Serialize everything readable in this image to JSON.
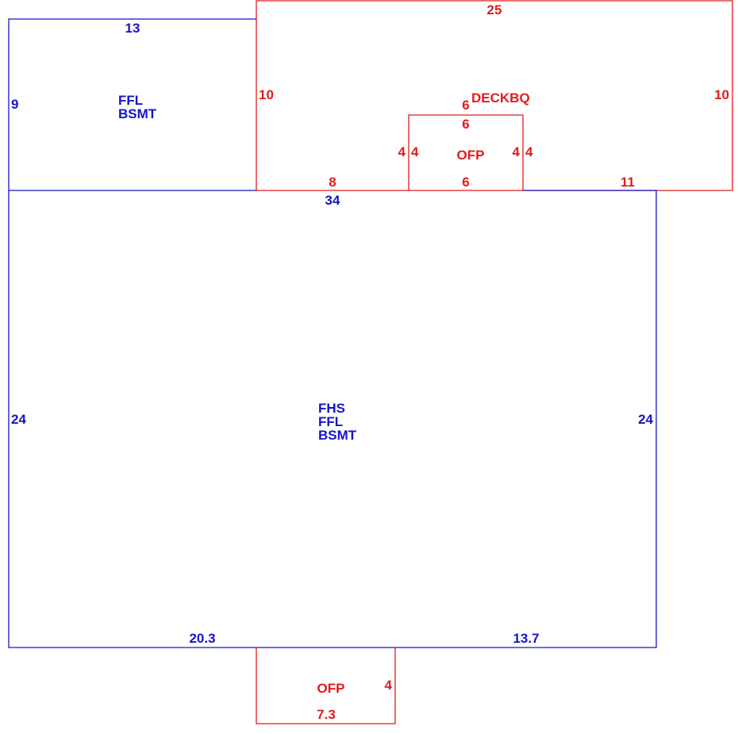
{
  "colors": {
    "dwelling": "#1515c8",
    "exterior": "#e11b1b",
    "background": "#ffffff"
  },
  "areas": {
    "main_house": {
      "codes": [
        "FHS",
        "FFL",
        "BSMT"
      ],
      "dims": {
        "top": "34",
        "left": "24",
        "right": "24",
        "bottom_left": "20.3",
        "bottom_right": "13.7"
      }
    },
    "addition": {
      "codes": [
        "FFL",
        "BSMT"
      ],
      "dims": {
        "top": "13",
        "left": "9"
      }
    },
    "deck": {
      "code": "DECKBQ",
      "dims": {
        "top": "25",
        "left": "10",
        "right": "10",
        "bottom_left": "8",
        "bottom_right": "11",
        "notch_top": "6",
        "notch_left": "4",
        "notch_right": "4"
      }
    },
    "rear_porch": {
      "code": "OFP",
      "dims": {
        "top": "6",
        "bottom": "6",
        "left": "4",
        "right": "4"
      }
    },
    "front_porch": {
      "code": "OFP",
      "dims": {
        "right": "4",
        "bottom": "7.3"
      }
    }
  }
}
